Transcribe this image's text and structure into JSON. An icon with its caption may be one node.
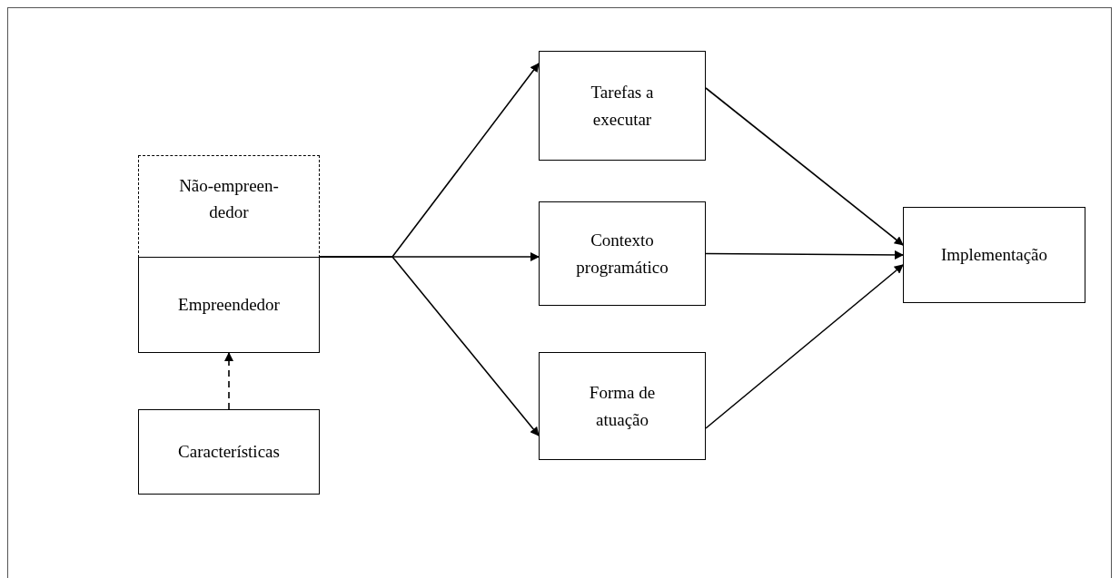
{
  "diagram": {
    "nodes": [
      {
        "text": [
          "Não-empreen- dedor"
        ]
      },
      {
        "text": [
          "Empreendedor"
        ]
      },
      {
        "text": [
          "Características"
        ]
      },
      {
        "text": [
          "Tarefas a executar"
        ]
      },
      {
        "text": [
          "Contexto programático"
        ]
      },
      {
        "text": [
          "Forma de atuação"
        ]
      },
      {
        "text": [
          "Implementação"
        ]
      }
    ],
    "edges": [
      {
        "from": 2,
        "to": 1,
        "arrow": "to",
        "style": "dashed"
      },
      {
        "from": 1,
        "to": 3,
        "arrow": "to"
      },
      {
        "from": 1,
        "to": 4,
        "arrow": "to"
      },
      {
        "from": 1,
        "to": 5,
        "arrow": "to"
      },
      {
        "from": 3,
        "to": 6,
        "arrow": "to"
      },
      {
        "from": 4,
        "to": 6,
        "arrow": "to"
      },
      {
        "from": 5,
        "to": 6,
        "arrow": "to"
      }
    ]
  }
}
